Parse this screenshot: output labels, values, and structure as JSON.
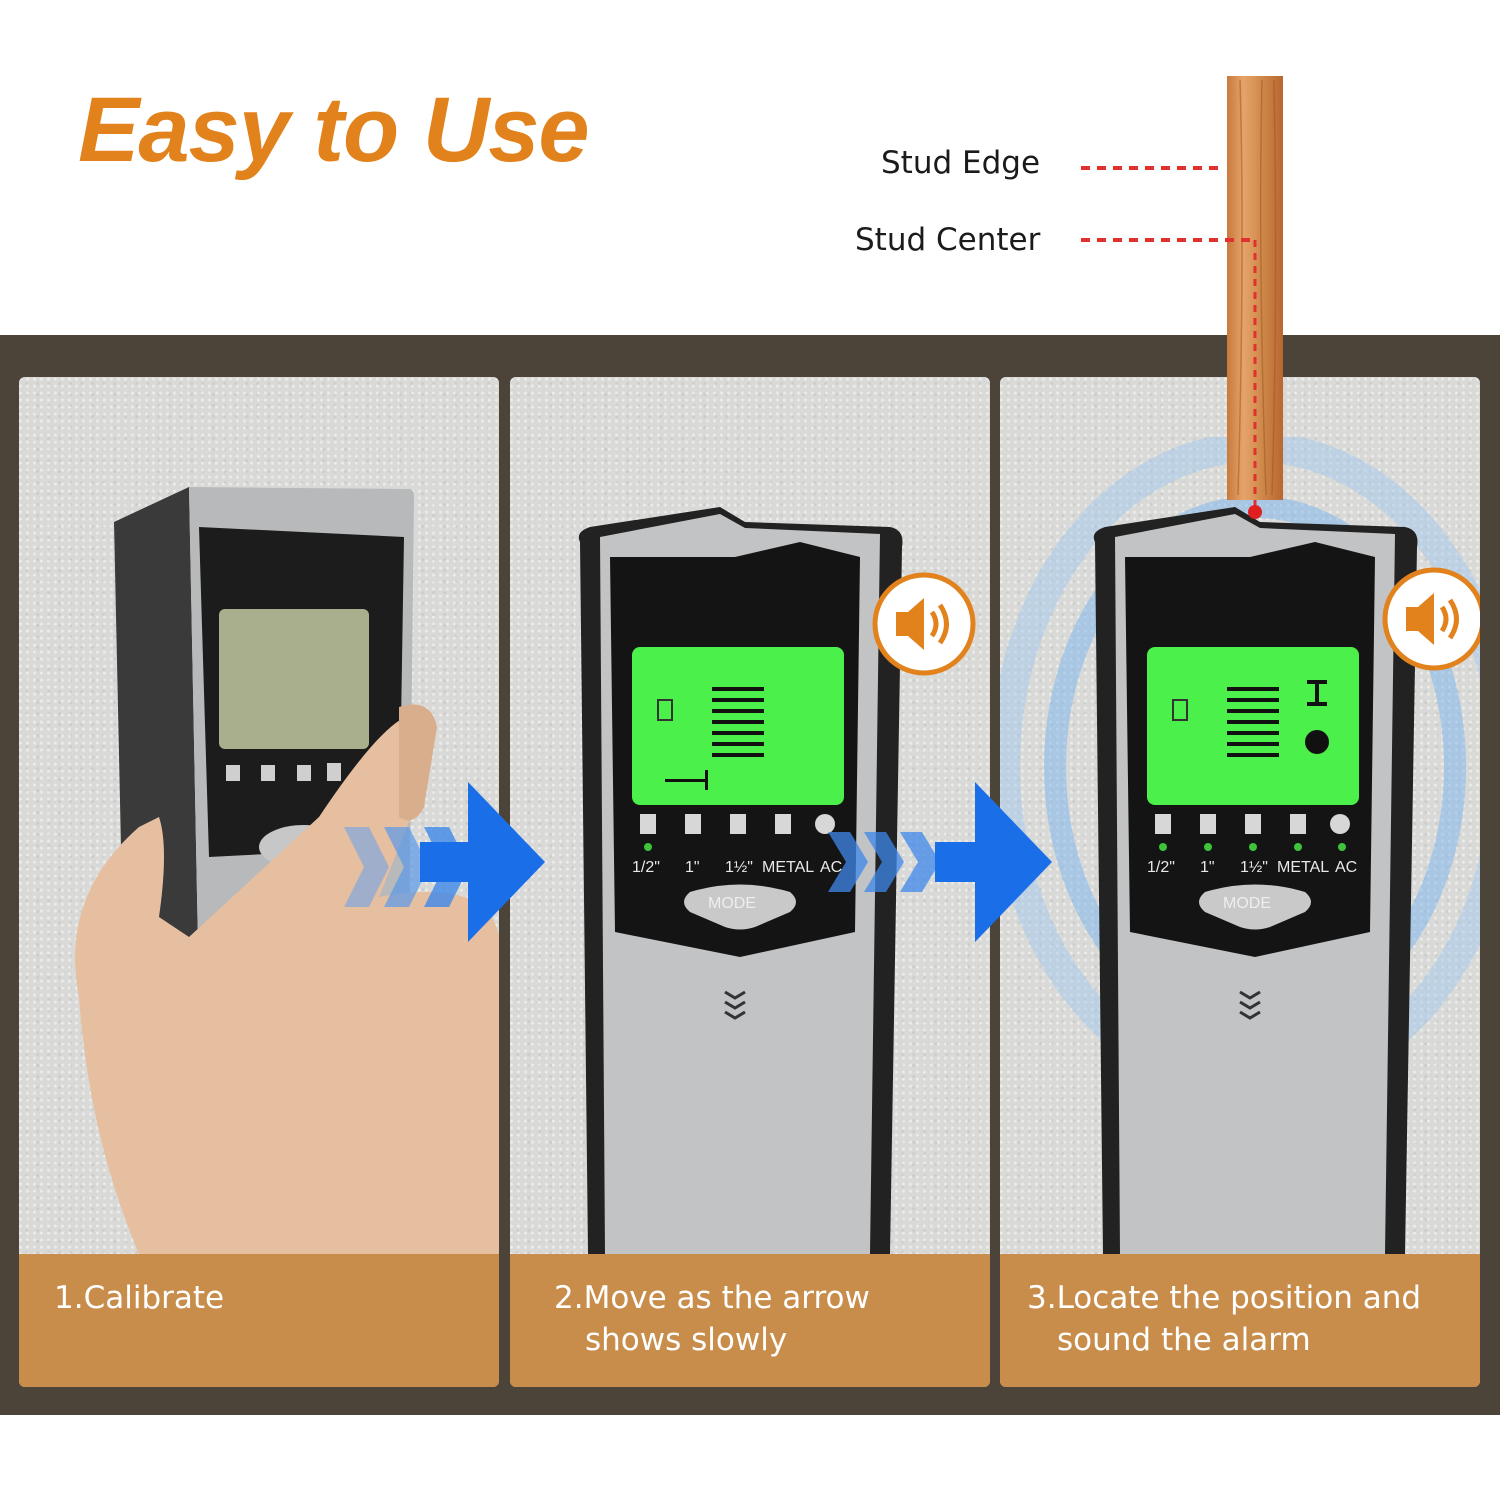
{
  "title": "Easy to Use",
  "callouts": {
    "edge": "Stud Edge",
    "center": "Stud Center"
  },
  "steps": [
    {
      "line1": "1.Calibrate",
      "line2": ""
    },
    {
      "line1": "2.Move as the arrow",
      "line2": "shows slowly"
    },
    {
      "line1": "3.Locate the position and",
      "line2": "sound the alarm"
    }
  ],
  "device": {
    "button_label": "MODE",
    "modes": [
      "1/2\"",
      "1\"",
      "1½\"",
      "METAL",
      "AC"
    ]
  },
  "colors": {
    "title": "#e2821c",
    "band": "#4d4439",
    "caption_bar": "#c88d4b",
    "arrow": "#1a6fe8",
    "lcd_green": "#4cf04a",
    "callout_line": "#e03030"
  },
  "icons": [
    "speaker-icon",
    "right-arrow-icon",
    "chevron-icon",
    "stud-icon",
    "metal-icon",
    "ac-icon"
  ]
}
